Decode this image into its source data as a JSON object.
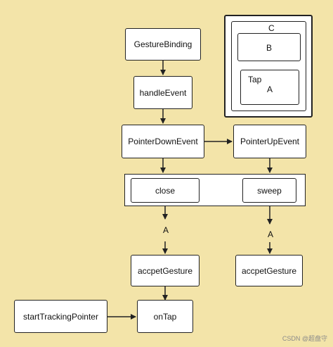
{
  "nodes": {
    "gesture_binding": "GestureBinding",
    "handle_event": "handleEvent",
    "pointer_down_event": "PointerDownEvent",
    "pointer_up_event": "PointerUpEvent",
    "close": "close",
    "sweep": "sweep",
    "accept_gesture_left": "accpetGesture",
    "accept_gesture_right": "accpetGesture",
    "start_tracking_pointer": "startTrackingPointer",
    "on_tap": "onTap"
  },
  "edge_labels": {
    "left_a": "A",
    "right_a": "A"
  },
  "nested_panel": {
    "outer_label": "C",
    "box_b": "B",
    "box_tap_title": "Tap",
    "box_tap_label": "A"
  },
  "watermark": "CSDN @超盘守"
}
